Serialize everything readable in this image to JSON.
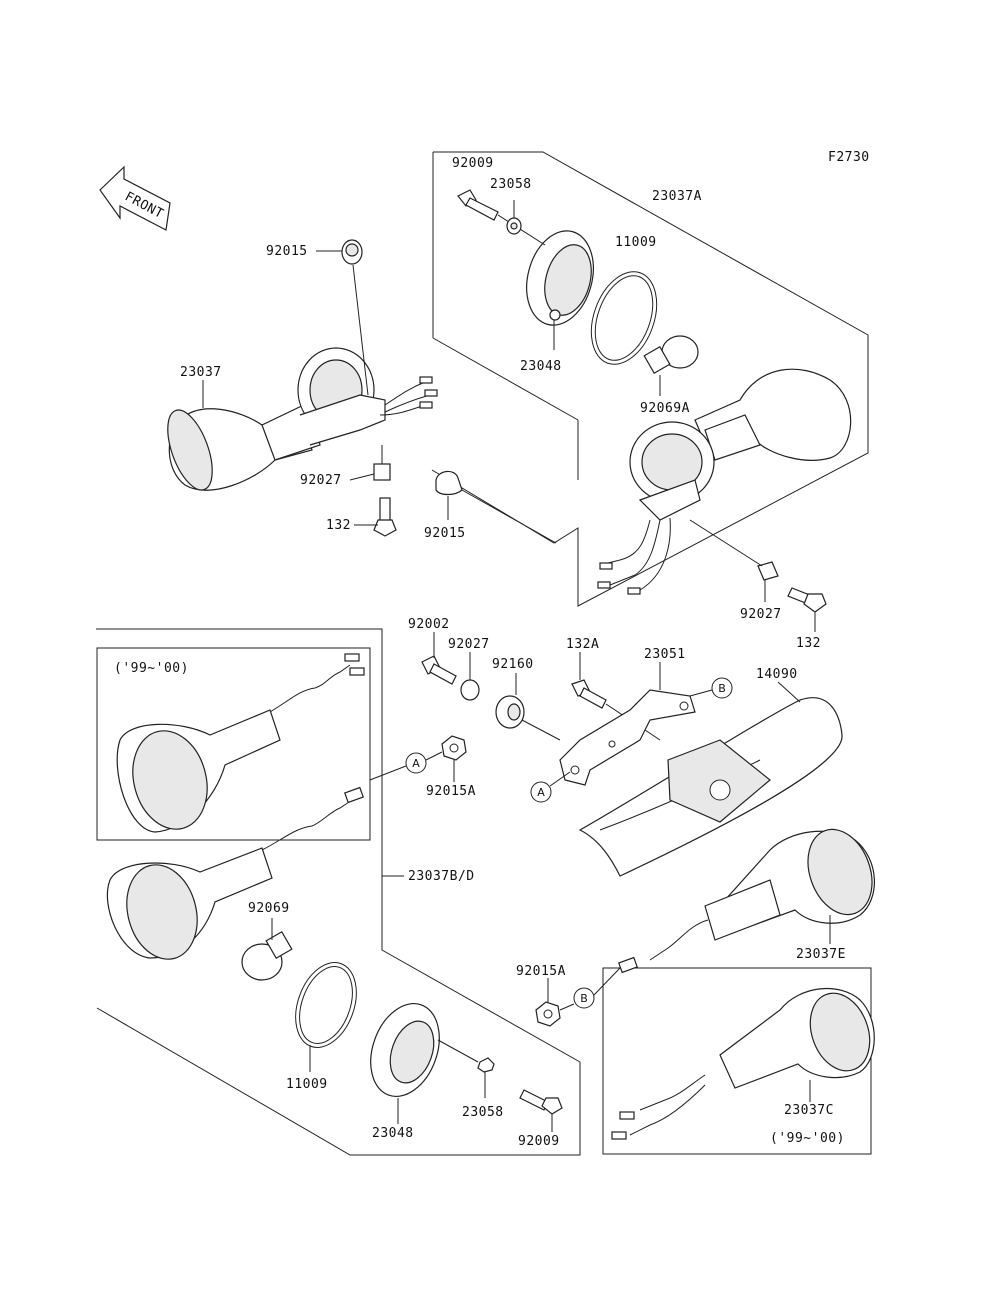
{
  "figure_code": "F2730",
  "front_arrow": "FRONT",
  "callouts": {
    "A": "A",
    "B": "B"
  },
  "variants": {
    "upper_left": "('99~'00)",
    "lower_right": "('99~'00)"
  },
  "labels": {
    "p92009_top": "92009",
    "p23058_top": "23058",
    "p23037A": "23037A",
    "p11009_top": "11009",
    "p92015_top": "92015",
    "p23037": "23037",
    "p23048_top": "23048",
    "p92069A": "92069A",
    "p92027_left": "92027",
    "p132_left": "132",
    "p92015_mid": "92015",
    "p92027_right": "92027",
    "p132_right": "132",
    "p92002": "92002",
    "p92027_mid": "92027",
    "p92160": "92160",
    "p132A": "132A",
    "p23051": "23051",
    "p14090": "14090",
    "p92015A_left": "92015A",
    "p23037BD": "23037B/D",
    "p92069": "92069",
    "p23037E": "23037E",
    "p92015A_right": "92015A",
    "p11009_bottom": "11009",
    "p23048_bottom": "23048",
    "p23058_bottom": "23058",
    "p92009_bottom": "92009",
    "p23037C": "23037C"
  }
}
